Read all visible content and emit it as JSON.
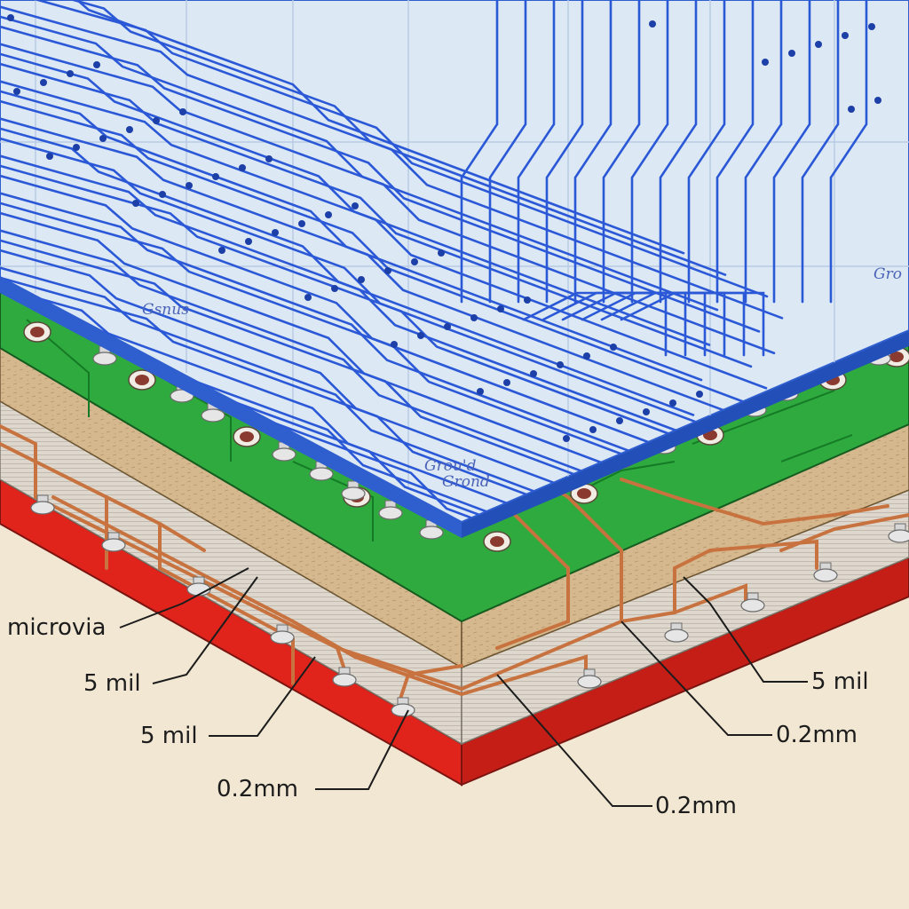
{
  "labels": {
    "microvia": "microvia",
    "left_5mil_a": "5 mil",
    "left_5mil_b": "5 mil",
    "left_02mm": "0.2mm",
    "right_5mil": "5 mil",
    "right_02mm": "0.2mm",
    "bottom_02mm": "0.2mm",
    "top_plane_text_1": "Grou'd",
    "top_plane_text_1b": "Grond",
    "top_plane_text_2": "Gsnus",
    "right_plane_text": "Gro"
  },
  "colors": {
    "background": "#f1e7d3",
    "signal_plane": "#dce8f4",
    "signal_edge": "#2f5fcf",
    "trace": "#2b58d6",
    "ground_plane": "#2faa3e",
    "core": "#d2b48c",
    "laminate": "#dcd6cc",
    "copper": "#c8733f",
    "base_plane": "#e0241b",
    "via_pad": "#8b3a2f",
    "via_pin": "#c9c9c9"
  },
  "icons": {
    "via": "via-pin-icon",
    "pad": "via-pad-icon"
  }
}
